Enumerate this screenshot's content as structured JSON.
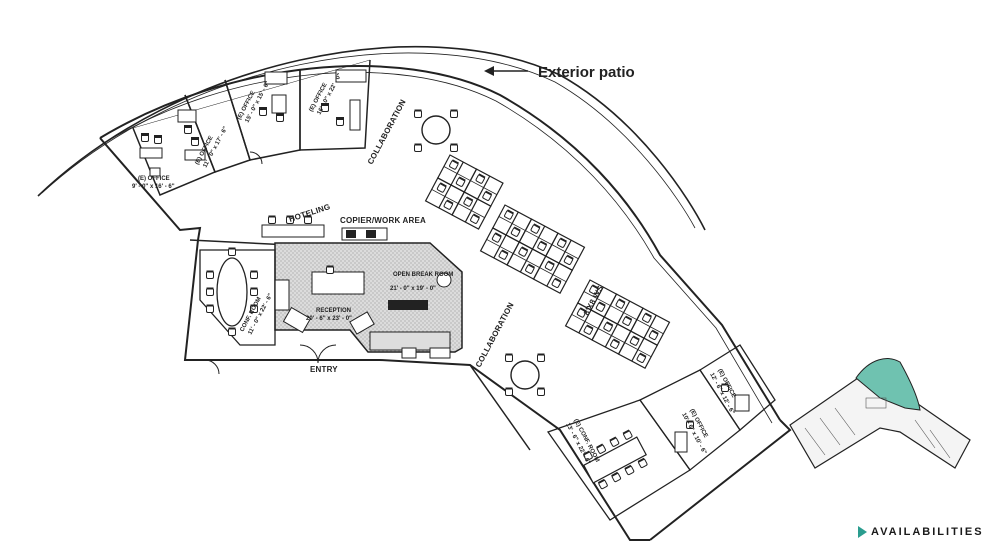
{
  "annotation": {
    "exterior_patio": "Exterior patio"
  },
  "rooms": {
    "office1": {
      "name": "(E) OFFICE",
      "size": "9' - 0\" x 16' - 6\""
    },
    "office2": {
      "name": "(E) OFFICE",
      "size": "11' - 0\" x 17' - 6\""
    },
    "office3": {
      "name": "(E) OFFICE",
      "size": "15' - 0\" x 15' - 6\""
    },
    "office4": {
      "name": "(E) OFFICE",
      "size": "16' - 0\" x 22' - 0\""
    },
    "conf_left": {
      "name": "CONF. ROOM",
      "size": "11' - 0\" x 22' - 6\""
    },
    "reception": {
      "name": "RECEPTION",
      "size": "20' - 6\" x 23' - 0\""
    },
    "break_room": {
      "name": "OPEN BREAK ROOM",
      "size": "21' - 0\" x 19' - 0\""
    },
    "conf_right": {
      "name": "(E) CONF. ROOM",
      "size": "13' - 6\" x 22' - 6\""
    },
    "office5": {
      "name": "(E) OFFICE",
      "size": "10' - 6\" x 10' - 6\""
    },
    "office6": {
      "name": "(E) OFFICE",
      "size": "12' - 6\" x 12' - 6\""
    }
  },
  "areas": {
    "collaboration_top": "COLLABORATION",
    "collaboration_bottom": "COLLABORATION",
    "hoteling": "HOTELING",
    "copier": "COPIER/WORK AREA",
    "workstations": "8'X8 WS",
    "entry": "ENTRY"
  },
  "footer": {
    "availabilities": "AVAILABILITIES"
  },
  "colors": {
    "accent": "#2a9d8f",
    "highlight": "#6fc2b0",
    "hatch": "#cfcfcf",
    "line": "#222222"
  }
}
